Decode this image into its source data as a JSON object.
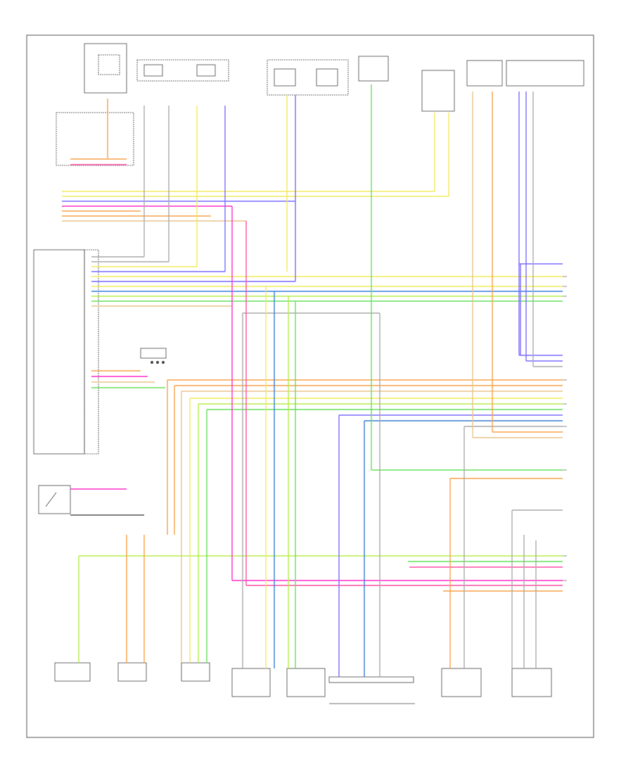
{
  "diagram": {
    "page_id": "",
    "wire_colors": {
      "orange": "#f7a24a",
      "yellow": "#f3ea5a",
      "pink": "#ff4fa3",
      "magenta": "#ff2fc8",
      "violet": "#7b6cff",
      "blue": "#3a7fd9",
      "lightblue": "#8cc4f0",
      "green": "#66e05a",
      "lime": "#b5ee4a",
      "tan": "#e8c48a",
      "gray": "#aaaaaa",
      "black": "#555555"
    },
    "modules": [
      {
        "id": "top-left-switch",
        "label": ""
      },
      {
        "id": "lf-seat-belt-sensor",
        "label": ""
      },
      {
        "id": "occupant-sensor",
        "label": ""
      },
      {
        "id": "right-seat-belt-switch",
        "label": ""
      },
      {
        "id": "driver-side-sensor",
        "label": ""
      },
      {
        "id": "rf-seat-sensor",
        "label": ""
      },
      {
        "id": "lr-seat-sensor",
        "label": ""
      },
      {
        "id": "left-fuse-box",
        "label": ""
      },
      {
        "id": "restraints-control-module",
        "label": ""
      },
      {
        "id": "passenger-switch",
        "label": ""
      },
      {
        "id": "pass-belt-tensioner",
        "label": ""
      },
      {
        "id": "lf-side-airbag",
        "label": ""
      },
      {
        "id": "rf-side-airbag",
        "label": ""
      },
      {
        "id": "lr-belt-pretensioner",
        "label": ""
      },
      {
        "id": "rr-belt-pretensioner",
        "label": ""
      },
      {
        "id": "front-airbag-connector",
        "label": ""
      },
      {
        "id": "lr-side-curtain",
        "label": ""
      },
      {
        "id": "rr-side-curtain",
        "label": ""
      }
    ]
  }
}
